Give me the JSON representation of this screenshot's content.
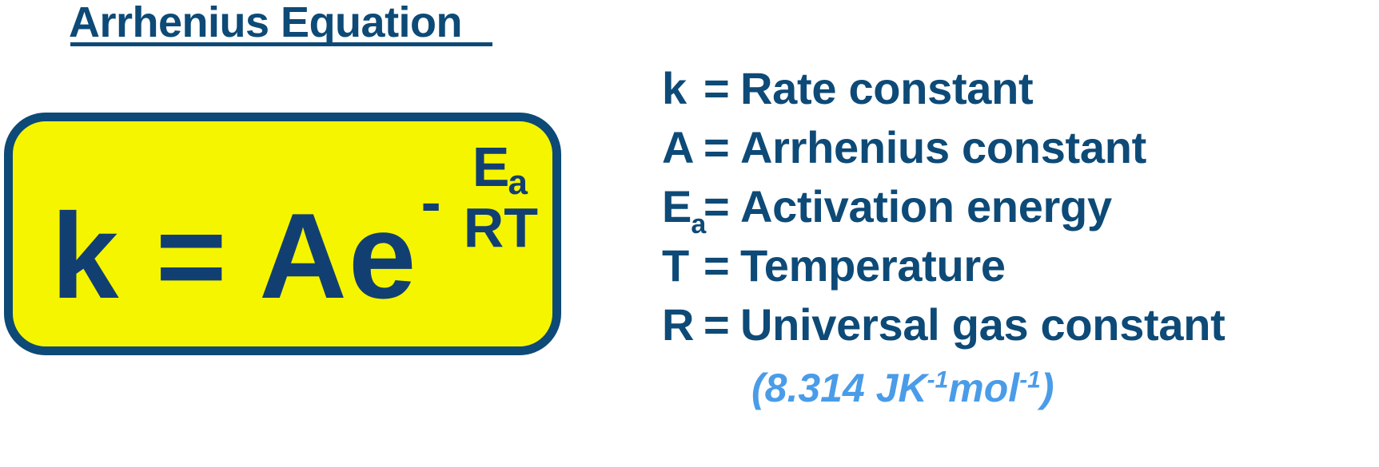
{
  "title": "Arrhenius Equation",
  "colors": {
    "navy": "#0d4a77",
    "equation_navy": "#123f72",
    "yellow": "#f5f500",
    "light_blue": "#4a9ce8",
    "background": "#ffffff"
  },
  "equation": {
    "left_side": "k = Ae",
    "exponent_sign": "-",
    "exponent_numerator": "E",
    "exponent_numerator_sub": "a",
    "exponent_denominator": "RT",
    "full_text": "k = Ae^(-Ea/RT)"
  },
  "legend": {
    "rows": [
      {
        "symbol": "k",
        "symbol_sub": "",
        "equals": "=",
        "definition": "Rate constant"
      },
      {
        "symbol": "A",
        "symbol_sub": "",
        "equals": "=",
        "definition": "Arrhenius constant"
      },
      {
        "symbol": "E",
        "symbol_sub": "a",
        "equals": "=",
        "definition": "Activation energy"
      },
      {
        "symbol": "T",
        "symbol_sub": "",
        "equals": "=",
        "definition": "Temperature"
      },
      {
        "symbol": "R",
        "symbol_sub": "",
        "equals": "=",
        "definition": "Universal gas constant"
      }
    ],
    "gas_constant_value": "(8.314 JK-1mol-1)",
    "gas_constant_parts": {
      "open": "(8.314 JK",
      "sup1": "-1",
      "mid": "mol",
      "sup2": "-1",
      "close": ")"
    }
  }
}
